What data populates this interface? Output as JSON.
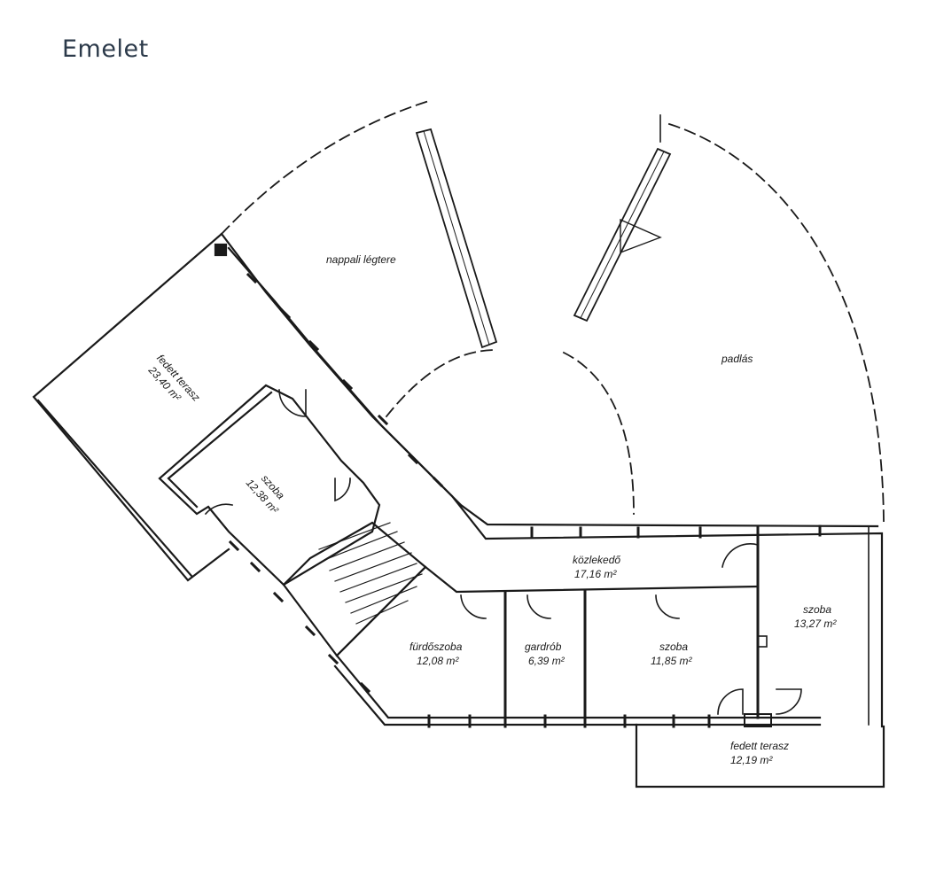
{
  "title": "Emelet",
  "rooms": [
    {
      "id": "nappali-legtere",
      "name": "nappali légtere",
      "area": ""
    },
    {
      "id": "padlas",
      "name": "padlás",
      "area": ""
    },
    {
      "id": "fedett-terasz-nw",
      "name": "fedett terasz",
      "area": "23,40 m²"
    },
    {
      "id": "szoba-1",
      "name": "szoba",
      "area": "12,38 m²"
    },
    {
      "id": "kozlekedo",
      "name": "közlekedő",
      "area": "17,16 m²"
    },
    {
      "id": "furdoszoba",
      "name": "fürdőszoba",
      "area": "12,08 m²"
    },
    {
      "id": "gardrob",
      "name": "gardrób",
      "area": "6,39 m²"
    },
    {
      "id": "szoba-2",
      "name": "szoba",
      "area": "11,85 m²"
    },
    {
      "id": "szoba-3",
      "name": "szoba",
      "area": "13,27 m²"
    },
    {
      "id": "fedett-terasz-se",
      "name": "fedett terasz",
      "area": "12,19 m²"
    }
  ],
  "colors": {
    "line": "#1a1a1a",
    "title": "#2c3a4a",
    "background": "#ffffff"
  }
}
